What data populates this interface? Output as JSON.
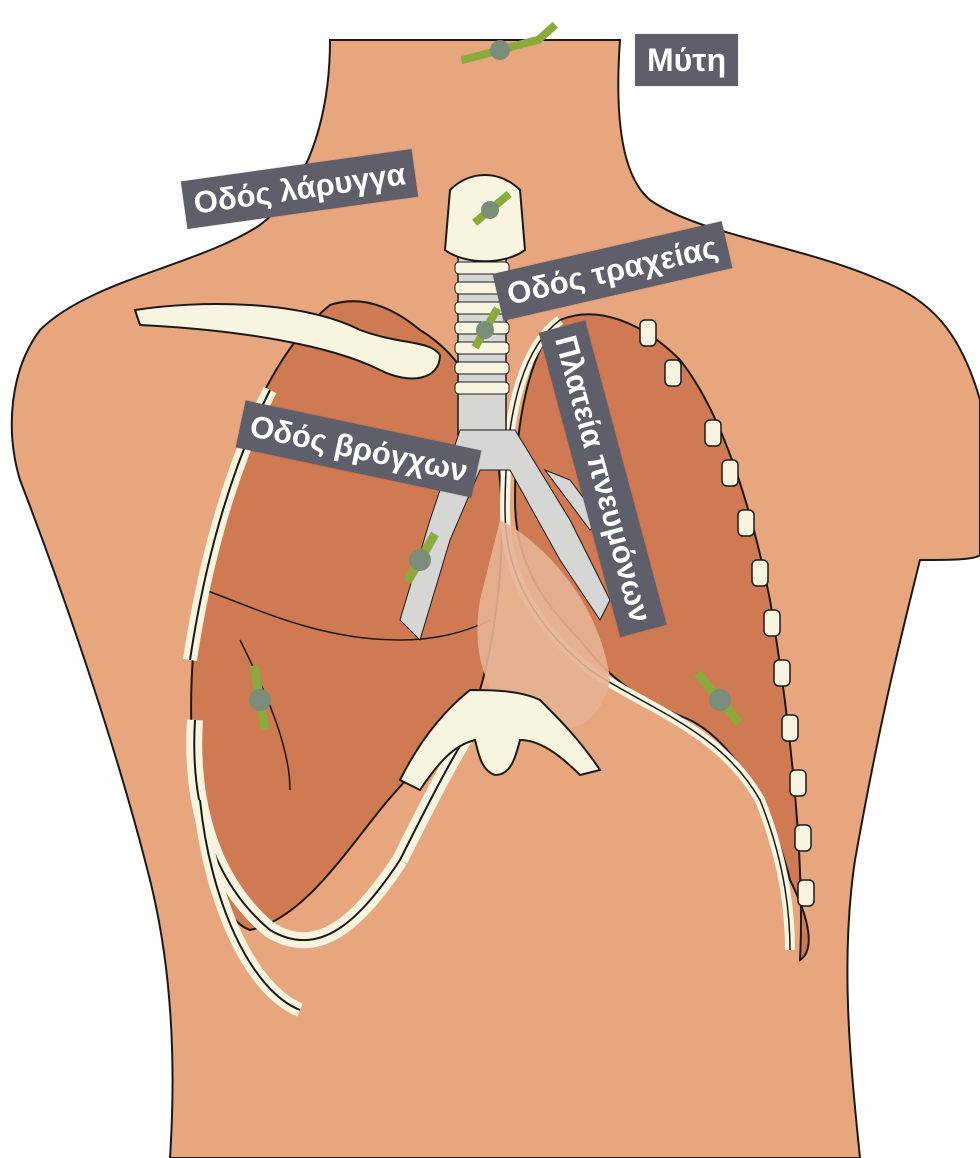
{
  "labels": {
    "mouth": "Μύτη",
    "larynx": "Οδός λάρυγγα",
    "trachea": "Οδός τραχείας",
    "bronchi": "Οδός βρόγχων",
    "lungs": "Πλατεία πνευμόνων"
  },
  "colors": {
    "skin": "#e8a67e",
    "lung": "#cf7a52",
    "bone": "#f7f5df",
    "airway": "#d6d7d5",
    "label_bg": "#5f5f6b",
    "outline": "#1a1a1a",
    "figure_green": "#8aaa3c"
  },
  "icons": {
    "figure": "tiny-runner-figure"
  }
}
